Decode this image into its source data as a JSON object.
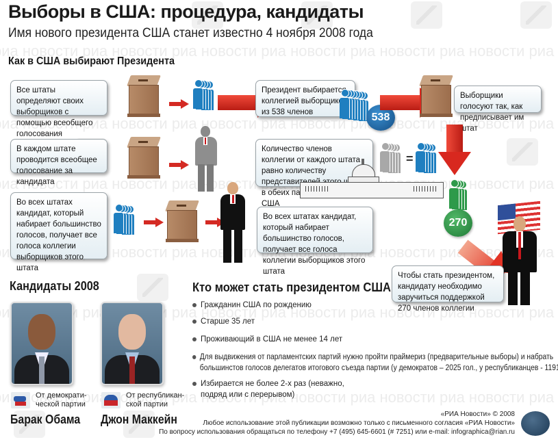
{
  "header": {
    "title": "Выборы в США: процедура, кандидаты",
    "subtitle": "Имя нового президента США станет известно 4 ноября 2008 года"
  },
  "watermark": {
    "text": "риа новости риа новости риа новости риа новости риа новости риа новости риа новости"
  },
  "procedure": {
    "heading": "Как в США выбирают Президента",
    "step_boxes": [
      "Все штаты определяют своих выборщиков с помощью всеобщего голосования",
      "В каждом штате проводится всеобщее голосование за кандидата",
      "Во всех штатах кандидат, который набирает большинство голосов, получает все голоса коллегии выборщиков этого штата"
    ],
    "college_box": "Президент выбирается коллегией выборщиков из 538 членов",
    "electors_box": "Выборщики голосуют так, как предписывает им штат",
    "congress_box": "Количество членов коллегии от каждого штата равно количеству представителей этого штата в обеих палатах конгресса США",
    "winner_takes_all_box": "Во всех штатах кандидат, который набирает большинство голосов, получает все голоса коллегии выборщиков этого штата",
    "final_box": "Чтобы стать президентом, кандидату необходимо заручиться поддержкой 270 членов коллегии",
    "college_total": "538",
    "majority_needed": "270",
    "equals_sign": "="
  },
  "candidates": {
    "heading": "Кандидаты 2008",
    "list": [
      {
        "name": "Барак Обама",
        "party": "От демократи-ческой партии",
        "party_line1": "От демократи-",
        "party_line2": "ческой партии",
        "party_icon": "donkey-icon"
      },
      {
        "name": "Джон Маккейн",
        "party": "От республикан-ской партии",
        "party_line1": "От республикан-",
        "party_line2": "ской партии",
        "party_icon": "elephant-icon"
      }
    ]
  },
  "requirements": {
    "heading": "Кто может стать президентом США",
    "items": [
      "Гражданин США по рождению",
      "Старше 35 лет",
      "Проживающий в США не менее 14 лет",
      "Для выдвижения от парламентских партий нужно пройти праймериз (предварительные выборы) и набрать большинстов голосов делегатов итогового съезда партии (у демократов – 2025 гол., у республиканцев - 1191)",
      "Избирается не более 2-х раз (неважно, подряд или с перерывом)"
    ],
    "item4_line1": "Для выдвижения от парламентских партий нужно пройти праймериз (предварительные выборы) и набрать",
    "item4_line2": "большинстов голосов делегатов итогового съезда партии (у демократов – 2025 гол., у республиканцев - 1191)",
    "item5_line1": "Избирается не более 2-х раз (неважно,",
    "item5_line2": "подряд или с перерывом)"
  },
  "footer": {
    "copyright": "«РИА Новости» © 2008",
    "usage": "Любое использование этой публикации возможно только с письменного согласия «РИА Новости»",
    "contact": "По вопросу использования обращаться по телефону +7 (495) 645-6601 (# 7251) или e-mail: infographica@rian.ru"
  },
  "colors": {
    "arrow_red": "#d42a23",
    "people_blue": "#1f7fc0",
    "people_green": "#2e9a4a",
    "people_gray": "#a8a8a8",
    "ballot_brown": "#a97b58",
    "box_fill": "#e4eef3",
    "badge_blue": "#1a67a8",
    "badge_green": "#2f9a48"
  }
}
